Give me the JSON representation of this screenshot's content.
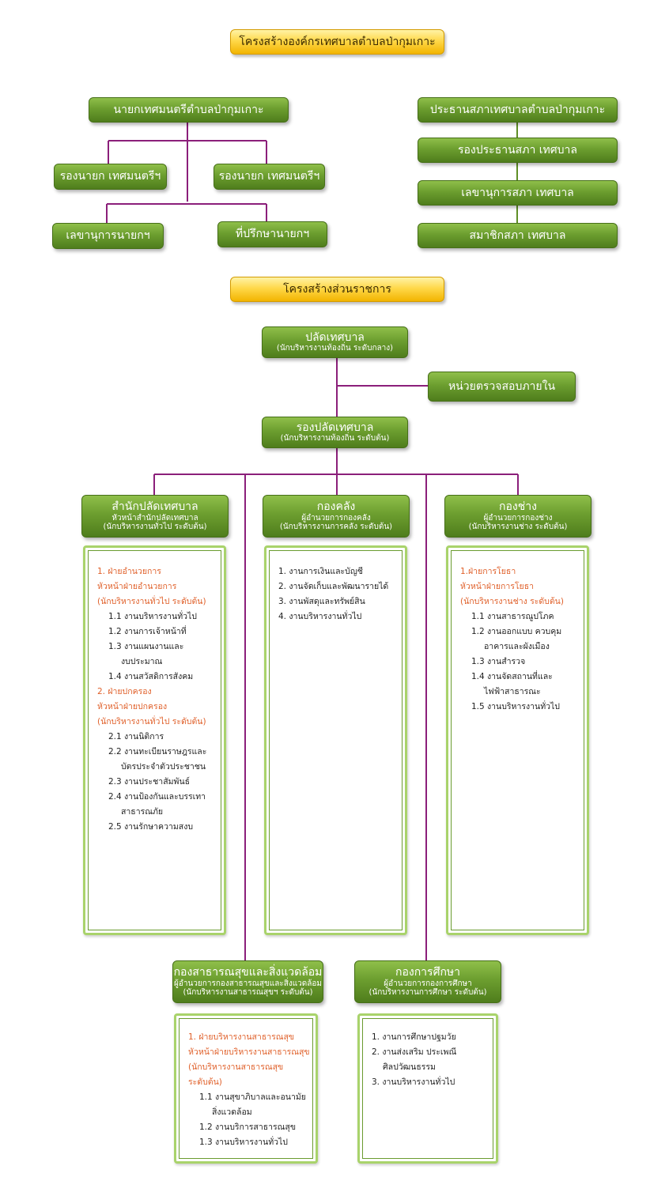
{
  "banners": {
    "org": "โครงสร้างองค์กรเทศบาลตำบลป่ากุมเกาะ",
    "admin": "โครงสร้างส่วนราชการ"
  },
  "executive": {
    "mayor": "นายกเทศมนตรีตำบลป่ากุมเกาะ",
    "deputy_left": "รองนายก เทศมนตรีฯ",
    "deputy_right": "รองนายก เทศมนตรีฯ",
    "secretary": "เลขานุการนายกฯ",
    "advisor": "ที่ปรึกษานายกฯ"
  },
  "council": {
    "chair": "ประธานสภาเทศบาลตำบลป่ากุมเกาะ",
    "vice_chair": "รองประธานสภา เทศบาล",
    "secretary": "เลขานุการสภา เทศบาล",
    "member": "สมาชิกสภา เทศบาล"
  },
  "admin": {
    "clerk": {
      "title": "ปลัดเทศบาล",
      "sub": "(นักบริหารงานท้องถิ่น ระดับกลาง)"
    },
    "audit": "หน่วยตรวจสอบภายใน",
    "deputy_clerk": {
      "title": "รองปลัดเทศบาล",
      "sub": "(นักบริหารงานท้องถิ่น ระดับต้น)"
    },
    "office": {
      "title": "สำนักปลัดเทศบาล",
      "sub1": "หัวหน้าสำนักปลัดเทศบาล",
      "sub2": "(นักบริหารงานทั่วไป ระดับต้น)"
    },
    "finance": {
      "title": "กองคลัง",
      "sub1": "ผู้อำนวยการกองคลัง",
      "sub2": "(นักบริหารงานการคลัง ระดับต้น)"
    },
    "engineering": {
      "title": "กองช่าง",
      "sub1": "ผู้อำนวยการกองช่าง",
      "sub2": "(นักบริหารงานช่าง ระดับต้น)"
    },
    "health": {
      "title": "กองสาธารณสุขและสิ่งแวดล้อม",
      "sub1": "ผู้อำนวยการกองสาธารณสุขและสิ่งแวดล้อม",
      "sub2": "(นักบริหารงานสาธารณสุขฯ ระดับต้น)"
    },
    "education": {
      "title": "กองการศึกษา",
      "sub1": "ผู้อำนวยการกองการศึกษา",
      "sub2": "(นักบริหารงานการศึกษา ระดับต้น)"
    }
  },
  "lists": {
    "office": [
      "1. ฝ่ายอำนวยการ",
      "หัวหน้าฝ่ายอำนวยการ",
      "(นักบริหารงานทั่วไป ระดับต้น)",
      "1.1 งานบริหารงานทั่วไป",
      "1.2 งานการเจ้าหน้าที่",
      "1.3 งานแผนงานและ",
      "งบประมาณ",
      "1.4 งานสวัสดิการสังคม",
      "2. ฝ่ายปกครอง",
      "หัวหน้าฝ่ายปกครอง",
      "(นักบริหารงานทั่วไป ระดับต้น)",
      "2.1 งานนิติการ",
      "2.2 งานทะเบียนราษฎรและ",
      "บัตรประจำตัวประชาชน",
      "2.3 งานประชาสัมพันธ์",
      "2.4 งานป้องกันและบรรเทา",
      "สาธารณภัย",
      "2.5 งานรักษาความสงบ"
    ],
    "finance": [
      "1. งานการเงินและบัญชี",
      "2. งานจัดเก็บและพัฒนารายได้",
      "3. งานพัสดุและทรัพย์สิน",
      "4. งานบริหารงานทั่วไป"
    ],
    "engineering": [
      "1.ฝ่ายการโยธา",
      "หัวหน้าฝ่ายการโยธา",
      "(นักบริหารงานช่าง ระดับต้น)",
      "1.1 งานสาธารณูปโภค",
      "1.2 งานออกแบบ ควบคุม",
      "อาคารและผังเมือง",
      "1.3 งานสำรวจ",
      "1.4 งานจัดสถานที่และ",
      "ไฟฟ้าสาธารณะ",
      "1.5 งานบริหารงานทั่วไป"
    ],
    "health": [
      "1. ฝ่ายบริหารงานสาธารณสุข",
      "หัวหน้าฝ่ายบริหารงานสาธารณสุข",
      "(นักบริหารงานสาธารณสุข",
      "ระดับต้น)",
      "1.1 งานสุขาภิบาลและอนามัย",
      "สิ่งแวดล้อม",
      "1.2 งานบริการสาธารณสุข",
      "1.3 งานบริหารงานทั่วไป"
    ],
    "education": [
      "1. งานการศึกษาปฐมวัย",
      "2. งานส่งเสริม ประเพณี",
      "ศิลปวัฒนธรรม",
      "3. งานบริหารงานทั่วไป"
    ]
  },
  "colors": {
    "connector_purple": "#8b1f7a",
    "connector_green": "#5f8f26",
    "box_green": "#6c9e2f",
    "banner_gold": "#ffd84a",
    "heading_orange": "#e0602a"
  }
}
